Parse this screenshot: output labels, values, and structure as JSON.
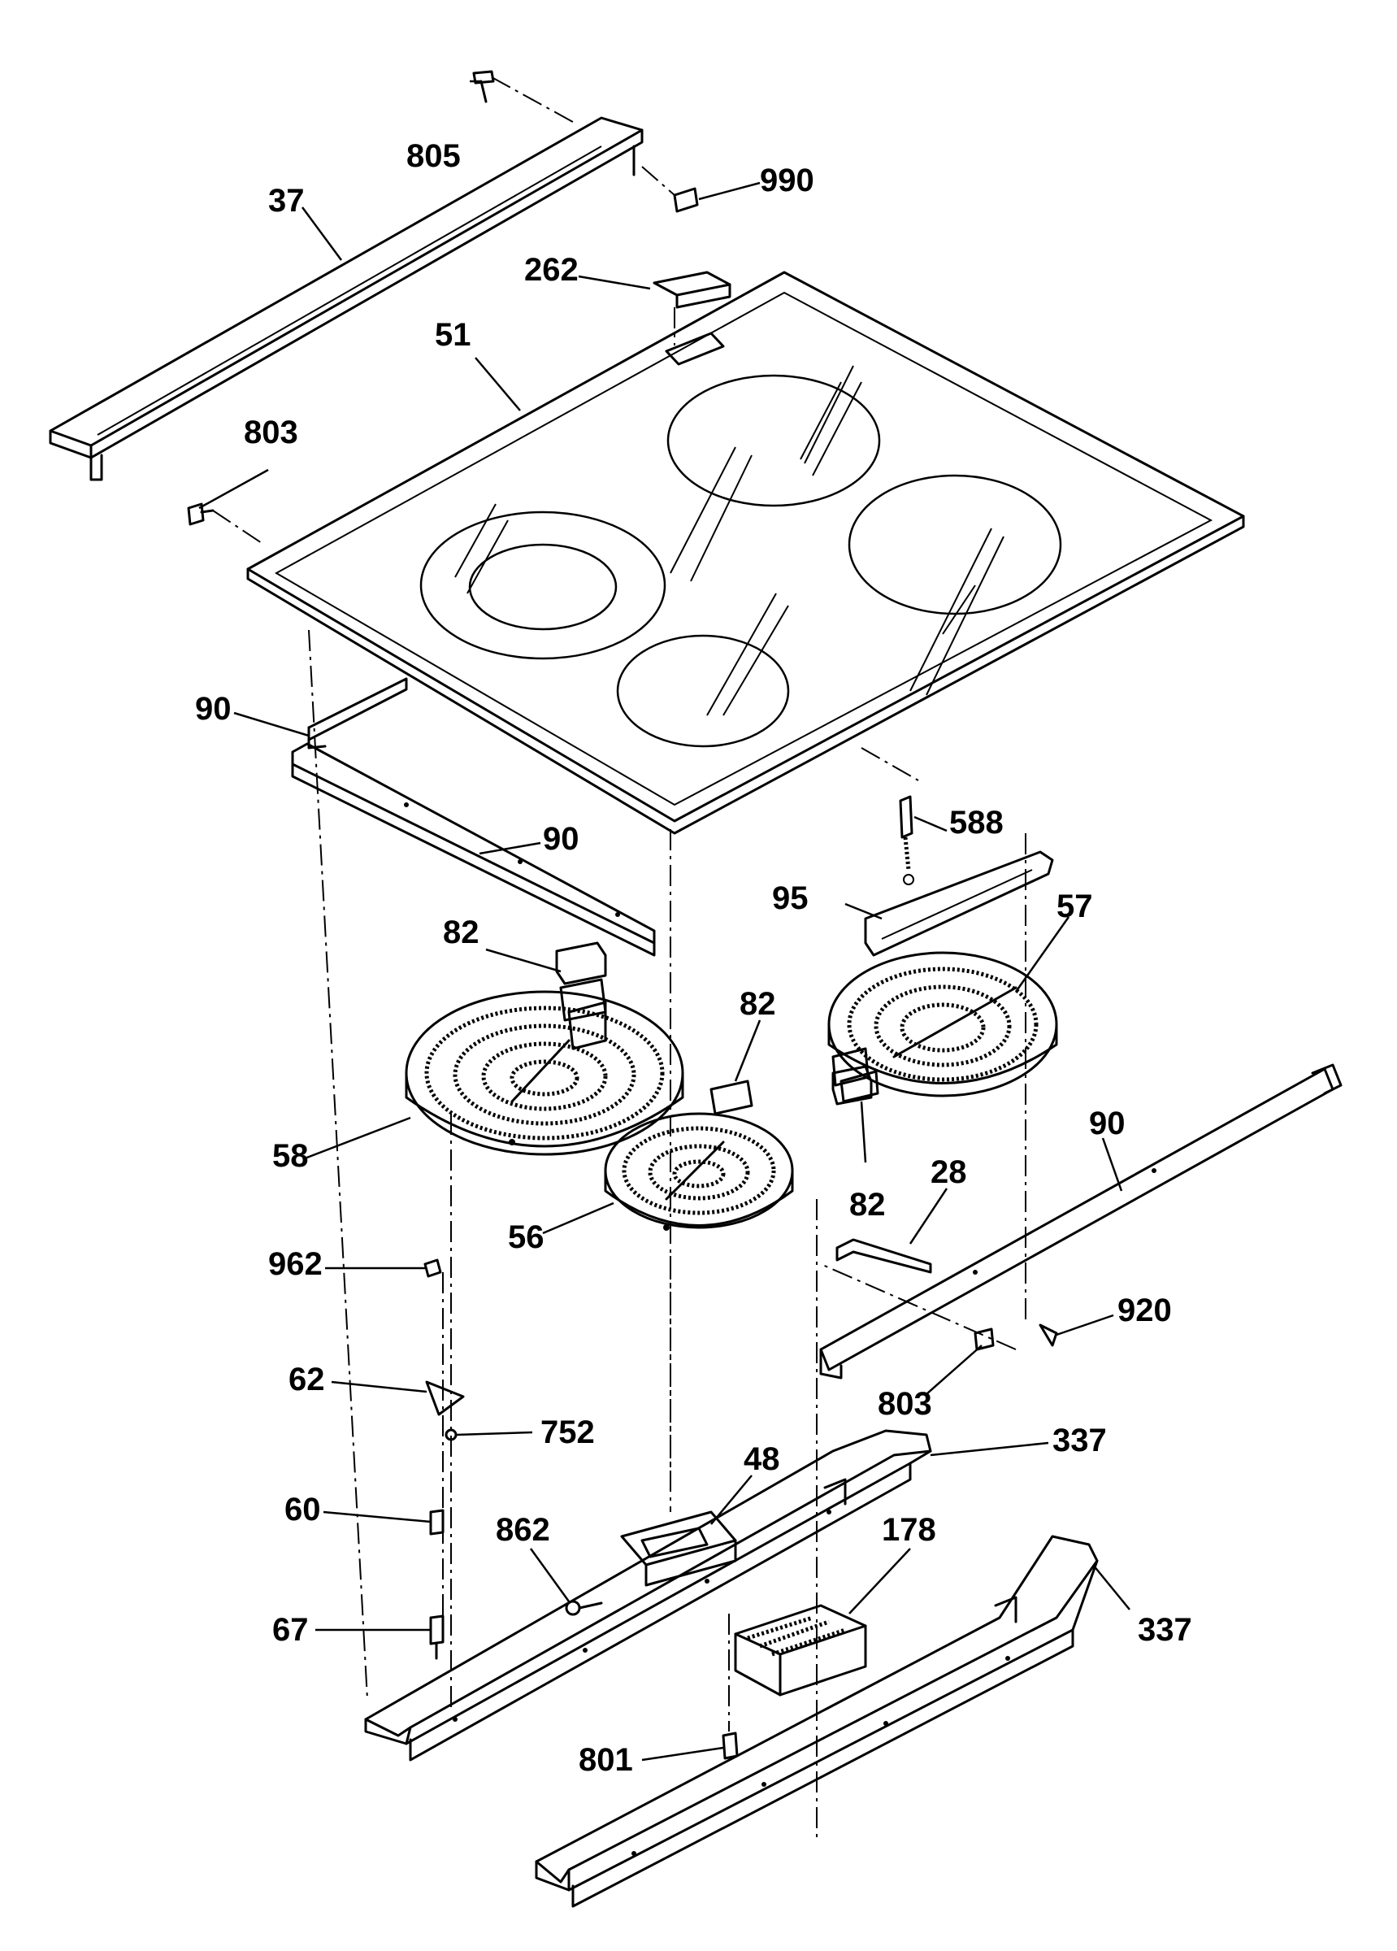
{
  "callouts": [
    {
      "id": "c805a",
      "text": "805"
    },
    {
      "id": "c990",
      "text": "990"
    },
    {
      "id": "c37",
      "text": "37"
    },
    {
      "id": "c262",
      "text": "262"
    },
    {
      "id": "c51",
      "text": "51"
    },
    {
      "id": "c803a",
      "text": "803"
    },
    {
      "id": "c90a",
      "text": "90"
    },
    {
      "id": "c90b",
      "text": "90"
    },
    {
      "id": "c588",
      "text": "588"
    },
    {
      "id": "c95",
      "text": "95"
    },
    {
      "id": "c57",
      "text": "57"
    },
    {
      "id": "c82a",
      "text": "82"
    },
    {
      "id": "c82b",
      "text": "82"
    },
    {
      "id": "c82c",
      "text": "82"
    },
    {
      "id": "c58",
      "text": "58"
    },
    {
      "id": "c56",
      "text": "56"
    },
    {
      "id": "c90c",
      "text": "90"
    },
    {
      "id": "c28",
      "text": "28"
    },
    {
      "id": "c962",
      "text": "962"
    },
    {
      "id": "c920",
      "text": "920"
    },
    {
      "id": "c62",
      "text": "62"
    },
    {
      "id": "c803b",
      "text": "803"
    },
    {
      "id": "c752",
      "text": "752"
    },
    {
      "id": "c48",
      "text": "48"
    },
    {
      "id": "c337a",
      "text": "337"
    },
    {
      "id": "c60",
      "text": "60"
    },
    {
      "id": "c862",
      "text": "862"
    },
    {
      "id": "c178",
      "text": "178"
    },
    {
      "id": "c67",
      "text": "67"
    },
    {
      "id": "c337b",
      "text": "337"
    },
    {
      "id": "c801",
      "text": "801"
    }
  ]
}
